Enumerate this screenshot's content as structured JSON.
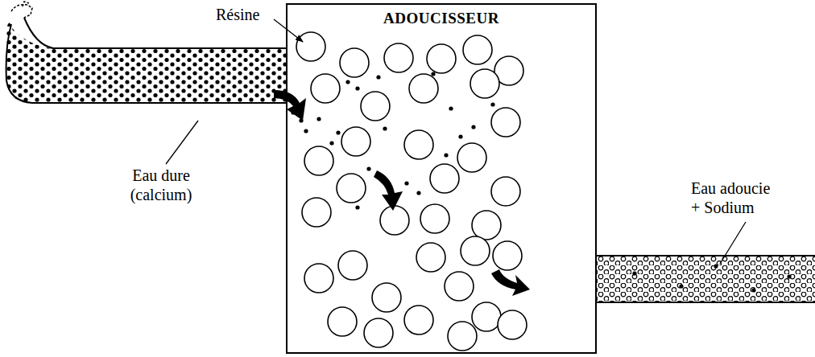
{
  "diagram": {
    "nodes": [
      {
        "text": [
          "ADOUCISSEUR"
        ]
      }
    ],
    "labels": [
      "Résine",
      "Eau dure (calcium)",
      "Eau adoucie + Sodium"
    ]
  }
}
